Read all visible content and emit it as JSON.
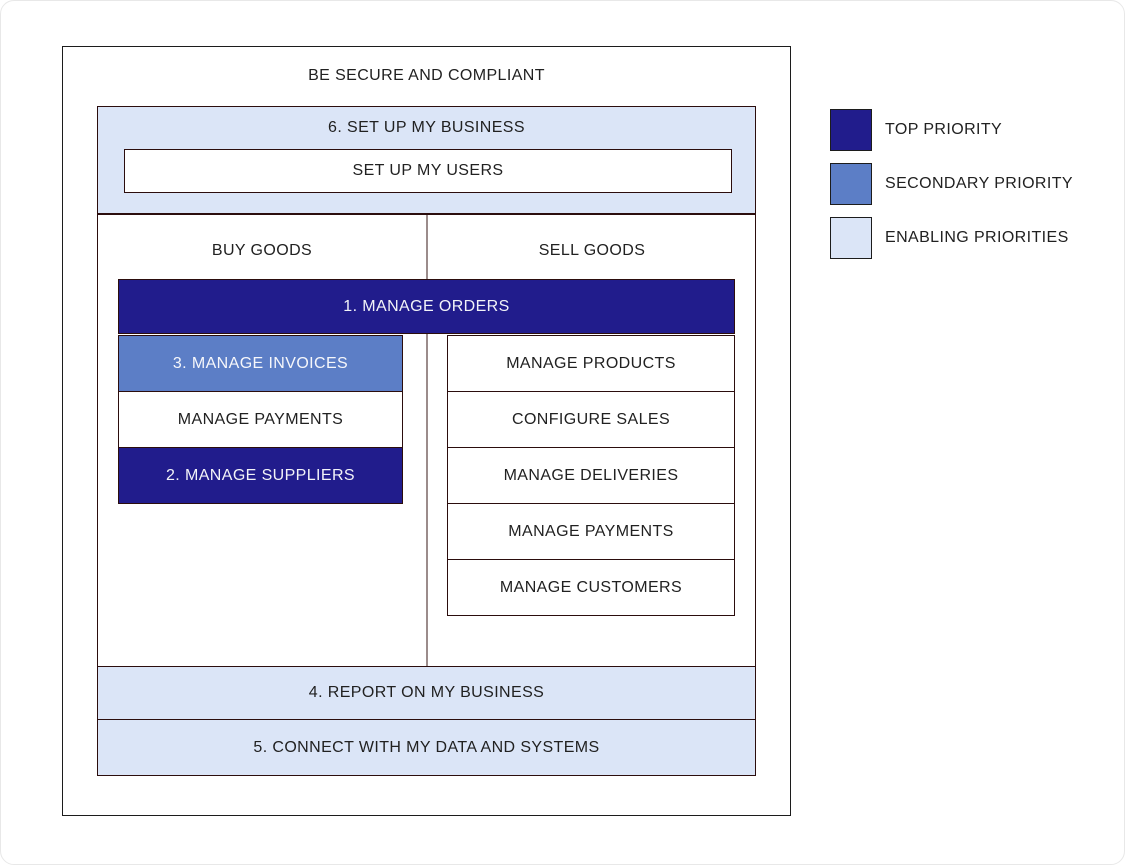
{
  "colors": {
    "top_priority": "#211c8c",
    "secondary_priority": "#5c7ec6",
    "enabling_priority": "#dbe5f7",
    "border_line": "#2b0d0d",
    "divider_line": "#9b8c8b",
    "text": "#212121"
  },
  "diagram": {
    "outer_label": "BE SECURE AND COMPLIANT",
    "setup_business": {
      "label": "6. SET UP MY BUSINESS",
      "child": "SET UP MY USERS"
    },
    "columns": {
      "left_header": "BUY GOODS",
      "right_header": "SELL GOODS"
    },
    "manage_orders": {
      "label": "1. MANAGE ORDERS",
      "priority": "top"
    },
    "buy_items": [
      {
        "label": "3. MANAGE INVOICES",
        "priority": "secondary"
      },
      {
        "label": "MANAGE PAYMENTS",
        "priority": "none"
      },
      {
        "label": "2. MANAGE SUPPLIERS",
        "priority": "top"
      }
    ],
    "sell_items": [
      {
        "label": "MANAGE PRODUCTS",
        "priority": "none"
      },
      {
        "label": "CONFIGURE SALES",
        "priority": "none"
      },
      {
        "label": "MANAGE DELIVERIES",
        "priority": "none"
      },
      {
        "label": "MANAGE PAYMENTS",
        "priority": "none"
      },
      {
        "label": "MANAGE CUSTOMERS",
        "priority": "none"
      }
    ],
    "report_bar": {
      "label": "4. REPORT ON MY BUSINESS",
      "priority": "enabling"
    },
    "connect_bar": {
      "label": "5. CONNECT WITH MY DATA AND SYSTEMS",
      "priority": "enabling"
    }
  },
  "legend": {
    "items": [
      {
        "label": "TOP PRIORITY",
        "color": "#211c8c"
      },
      {
        "label": "SECONDARY PRIORITY",
        "color": "#5c7ec6"
      },
      {
        "label": "ENABLING PRIORITIES",
        "color": "#dbe5f7"
      }
    ]
  }
}
